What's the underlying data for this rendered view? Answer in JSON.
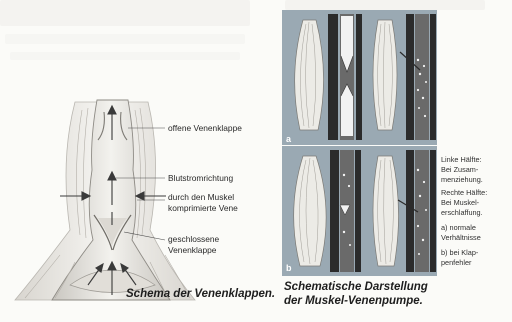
{
  "left_figure": {
    "labels": {
      "open_valve": "offene Venenklappe",
      "blood_flow": "Blutstromrichtung",
      "muscle_compressed_1": "durch den Muskel",
      "muscle_compressed_2": "komprimierte Vene",
      "closed_valve_1": "geschlossene",
      "closed_valve_2": "Venenklappe"
    },
    "caption": "Schema der Venenklappen."
  },
  "right_figure": {
    "panel_letters": {
      "a": "a",
      "b": "b"
    },
    "caption_line1": "Schematische Darstellung",
    "caption_line2": "der Muskel-Venenpumpe.",
    "side_notes": {
      "left_half_1": "Linke Hälfte:",
      "left_half_2": "Bei Zusam-",
      "left_half_3": "menziehung.",
      "right_half_1": "Rechte Hälfte:",
      "right_half_2": "Bei Muskel-",
      "right_half_3": "erschlaffung.",
      "a_1": "a) normale",
      "a_2": "Verhältnisse",
      "b_1": "b) bei Klap-",
      "b_2": "penfehler"
    }
  },
  "colors": {
    "panel_background": "#9aa9b3",
    "vein_dark": "#2b2b2b",
    "vein_blood": "#6a6a6a",
    "muscle": "#e7e5df",
    "text": "#2a2a2a"
  }
}
